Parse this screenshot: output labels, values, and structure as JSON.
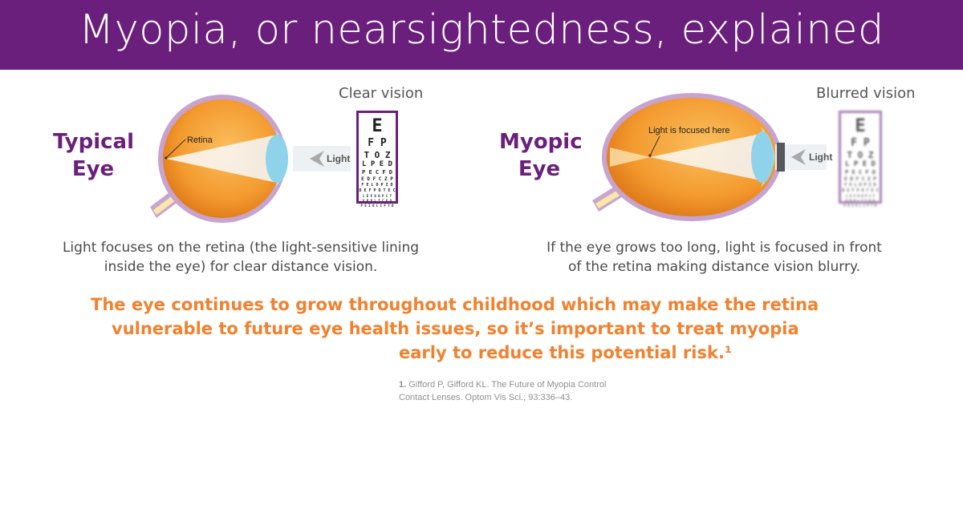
{
  "banner": {
    "title": "Myopia, or nearsightedness, explained"
  },
  "typical": {
    "label_line1": "Typical",
    "label_line2": "Eye",
    "vision_label": "Clear vision",
    "retina_label": "Retina",
    "light_label": "Light",
    "caption_line1": "Light focuses on the retina (the light-sensitive lining",
    "caption_line2": "inside the eye) for clear distance vision."
  },
  "myopic": {
    "label_line1": "Myopic",
    "label_line2": "Eye",
    "vision_label": "Blurred vision",
    "focus_label": "Light is focused here",
    "light_label": "Light",
    "caption_line1": "If the eye grows too long, light is focused in front",
    "caption_line2": "of the retina making distance vision blurry."
  },
  "eye_chart": {
    "rows": [
      "E",
      "F P",
      "T O Z",
      "L P E D",
      "P E C F D",
      "E D F C Z P",
      "F E L O P Z D",
      "D E F P O T E C",
      "L E F O D P C T",
      "F D P L T C E O",
      "P E Z O L C F T D"
    ]
  },
  "warning": {
    "line1": "The eye continues to grow throughout childhood which may make the retina",
    "line2": "vulnerable to future eye health issues, so it’s important to treat myopia",
    "line3": "early to reduce this potential risk.¹"
  },
  "footnote": {
    "number": "1.",
    "line1": "Gifford P, Gifford KL. The Future of Myopia Control",
    "line2": "Contact Lenses. Optom Vis Sci.; 93:336–43."
  },
  "colors": {
    "brand_purple": "#6b1f7c",
    "accent_orange": "#f0822f",
    "eye_orange": "#f39a2e",
    "lens_blue": "#8fd3ea"
  }
}
